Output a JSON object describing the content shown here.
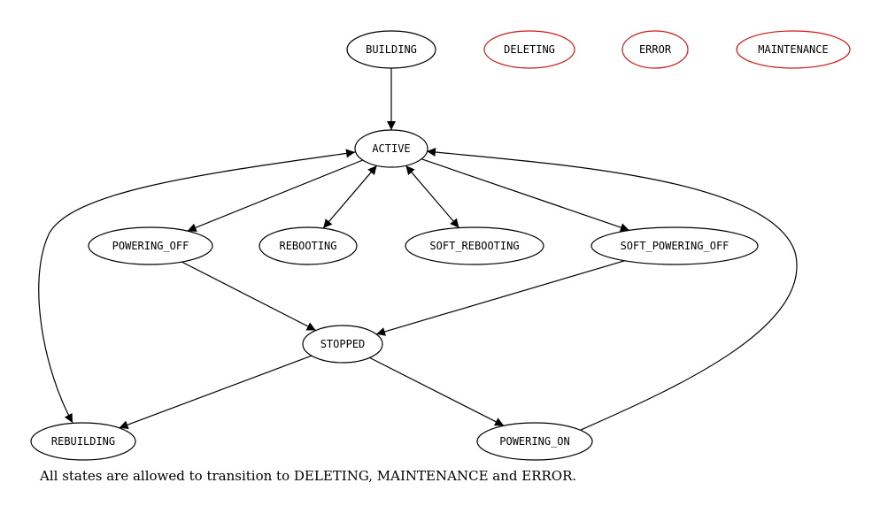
{
  "colors": {
    "normal": "#000000",
    "special": "#d01818"
  },
  "nodes": [
    {
      "id": "building",
      "label": "BUILDING",
      "kind": "normal"
    },
    {
      "id": "deleting",
      "label": "DELETING",
      "kind": "special"
    },
    {
      "id": "error",
      "label": "ERROR",
      "kind": "special"
    },
    {
      "id": "maintenance",
      "label": "MAINTENANCE",
      "kind": "special"
    },
    {
      "id": "active",
      "label": "ACTIVE",
      "kind": "normal"
    },
    {
      "id": "powering_off",
      "label": "POWERING_OFF",
      "kind": "normal"
    },
    {
      "id": "rebooting",
      "label": "REBOOTING",
      "kind": "normal"
    },
    {
      "id": "soft_rebooting",
      "label": "SOFT_REBOOTING",
      "kind": "normal"
    },
    {
      "id": "soft_powering_off",
      "label": "SOFT_POWERING_OFF",
      "kind": "normal"
    },
    {
      "id": "stopped",
      "label": "STOPPED",
      "kind": "normal"
    },
    {
      "id": "rebuilding",
      "label": "REBUILDING",
      "kind": "normal"
    },
    {
      "id": "powering_on",
      "label": "POWERING_ON",
      "kind": "normal"
    }
  ],
  "edges": [
    {
      "from": "building",
      "to": "active",
      "bidirectional": false
    },
    {
      "from": "active",
      "to": "powering_off",
      "bidirectional": false
    },
    {
      "from": "active",
      "to": "rebooting",
      "bidirectional": true
    },
    {
      "from": "active",
      "to": "soft_rebooting",
      "bidirectional": true
    },
    {
      "from": "active",
      "to": "soft_powering_off",
      "bidirectional": false
    },
    {
      "from": "active",
      "to": "rebuilding",
      "bidirectional": true
    },
    {
      "from": "powering_off",
      "to": "stopped",
      "bidirectional": false
    },
    {
      "from": "soft_powering_off",
      "to": "stopped",
      "bidirectional": false
    },
    {
      "from": "stopped",
      "to": "rebuilding",
      "bidirectional": false
    },
    {
      "from": "stopped",
      "to": "powering_on",
      "bidirectional": false
    },
    {
      "from": "powering_on",
      "to": "active",
      "bidirectional": false
    }
  ],
  "caption": "All states are allowed to transition to DELETING, MAINTENANCE and ERROR."
}
